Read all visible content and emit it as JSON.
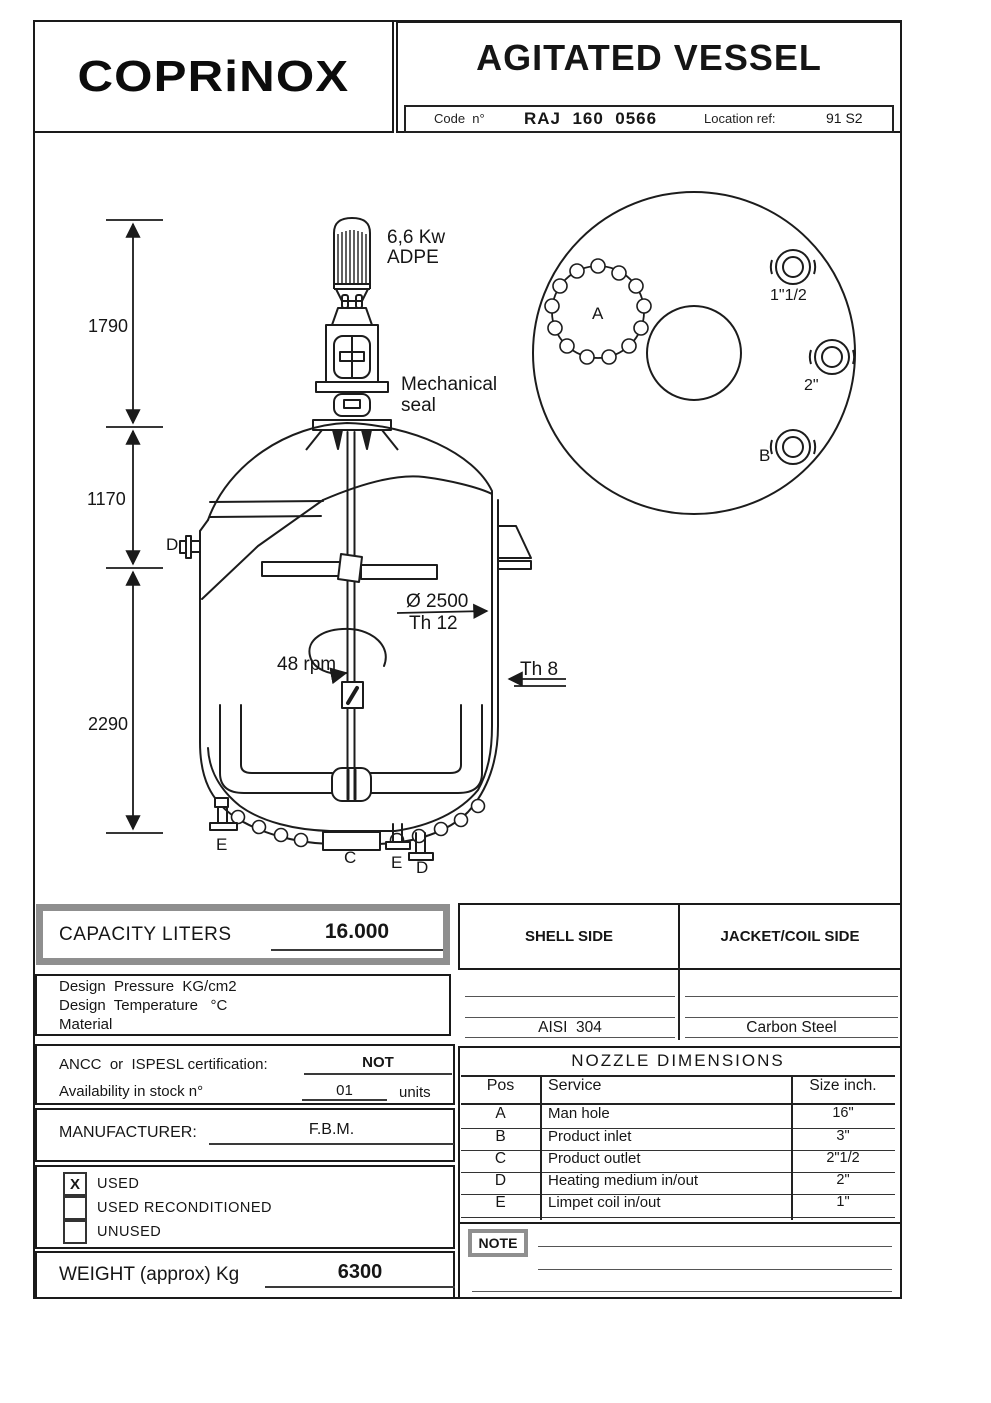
{
  "header": {
    "logo": "COPRiNOX",
    "title": "AGITATED VESSEL",
    "code_label": "Code  n°",
    "code_value": "RAJ  160  0566",
    "location_label": "Location ref:",
    "location_value": "91 S2"
  },
  "drawing": {
    "motor_power": "6,6 Kw",
    "motor_type": "ADPE",
    "seal_line1": "Mechanical",
    "seal_line2": "seal",
    "dim_top": "1790",
    "dim_mid": "1170",
    "dim_bottom": "2290",
    "diameter": "Ø 2500",
    "shell_thickness": "Th 12",
    "jacket_thickness": "Th 8",
    "rpm": "48 rpm",
    "nozzle_d_side": "D",
    "nozzle_e_left": "E",
    "nozzle_c": "C",
    "nozzle_e_right": "E",
    "nozzle_d_bottom": "D",
    "top_view": {
      "manhole": "A",
      "nozzle_b": "B",
      "size_1": "1\"1/2",
      "size_2": "2\""
    }
  },
  "capacity": {
    "label": "CAPACITY LITERS",
    "value": "16.000"
  },
  "design": {
    "pressure_label": "Design  Pressure  KG/cm2",
    "temperature_label": "Design  Temperature   °C",
    "material_label": "Material"
  },
  "sides": {
    "shell_header": "SHELL SIDE",
    "jacket_header": "JACKET/COIL SIDE",
    "shell_material": "AISI  304",
    "jacket_material": "Carbon Steel"
  },
  "certification": {
    "label": "ANCC  or  ISPESL certification:",
    "value": "NOT"
  },
  "availability": {
    "label": "Availability in stock n°",
    "value": "01",
    "units": "units"
  },
  "manufacturer": {
    "label": "MANUFACTURER:",
    "value": "F.B.M."
  },
  "condition": {
    "options": [
      {
        "label": "USED",
        "checked": true,
        "mark": "X"
      },
      {
        "label": "USED RECONDITIONED",
        "checked": false,
        "mark": ""
      },
      {
        "label": "UNUSED",
        "checked": false,
        "mark": ""
      }
    ]
  },
  "weight": {
    "label": "WEIGHT (approx) Kg",
    "value": "6300"
  },
  "nozzle_table": {
    "title": "NOZZLE  DIMENSIONS",
    "headers": {
      "pos": "Pos",
      "service": "Service",
      "size": "Size inch."
    },
    "rows": [
      {
        "pos": "A",
        "service": "Man hole",
        "size": "16\""
      },
      {
        "pos": "B",
        "service": "Product inlet",
        "size": "3\""
      },
      {
        "pos": "C",
        "service": "Product outlet",
        "size": "2\"1/2"
      },
      {
        "pos": "D",
        "service": "Heating medium in/out",
        "size": "2\""
      },
      {
        "pos": "E",
        "service": "Limpet coil in/out",
        "size": "1\""
      }
    ]
  },
  "note": {
    "label": "NOTE"
  }
}
